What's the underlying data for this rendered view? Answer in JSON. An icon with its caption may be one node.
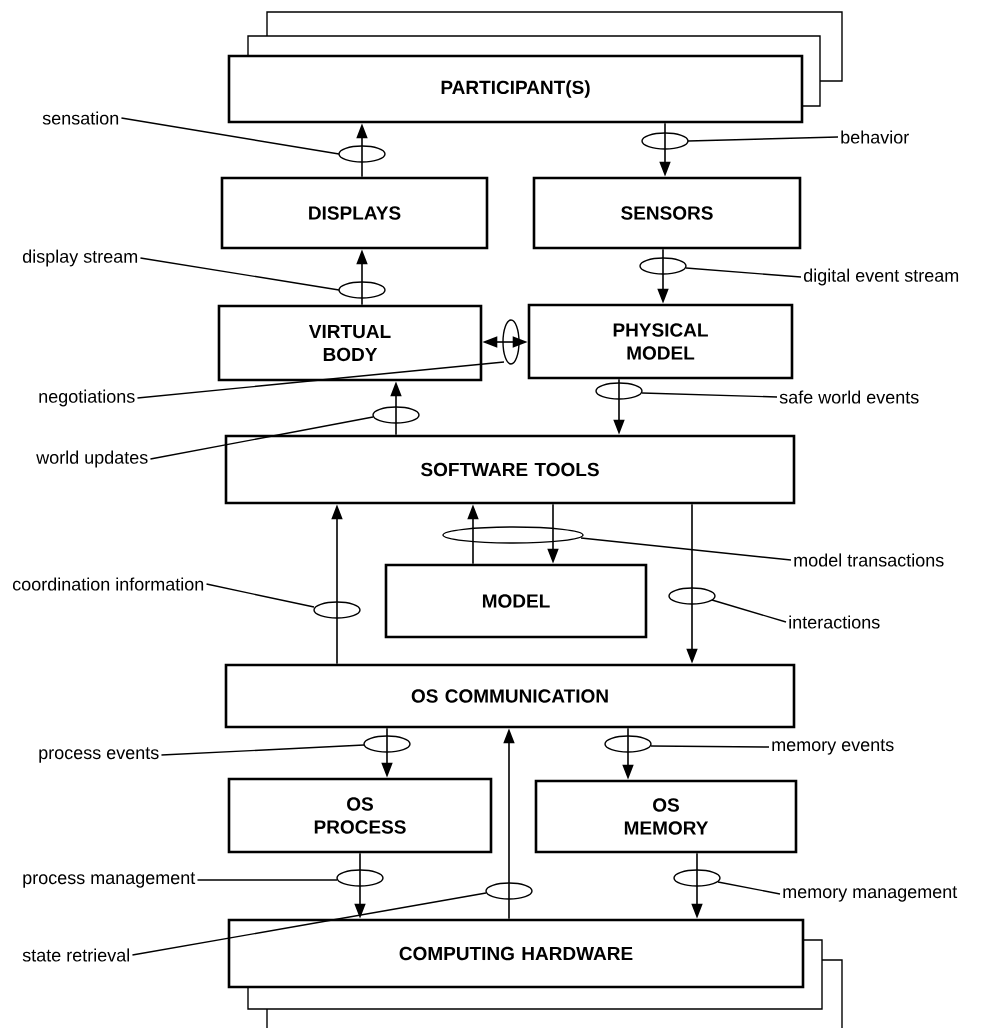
{
  "diagram": {
    "nodes": [
      {
        "text": [
          "PARTICIPANT(S)"
        ]
      },
      {
        "text": [
          "DISPLAYS"
        ]
      },
      {
        "text": [
          "SENSORS"
        ]
      },
      {
        "text": [
          "VIRTUAL BODY"
        ]
      },
      {
        "text": [
          "PHYSICAL MODEL"
        ]
      },
      {
        "text": [
          "SOFTWARE TOOLS"
        ]
      },
      {
        "text": [
          "MODEL"
        ]
      },
      {
        "text": [
          "OS COMMUNICATION"
        ]
      },
      {
        "text": [
          "OS PROCESS"
        ]
      },
      {
        "text": [
          "OS MEMORY"
        ]
      },
      {
        "text": [
          "COMPUTING HARDWARE"
        ]
      },
      {
        "text": [
          "sensation"
        ]
      },
      {
        "text": [
          "behavior"
        ]
      },
      {
        "text": [
          "display stream"
        ]
      },
      {
        "text": [
          "digital event stream"
        ]
      },
      {
        "text": [
          "negotiations"
        ]
      },
      {
        "text": [
          "safe world events"
        ]
      },
      {
        "text": [
          "world updates"
        ]
      },
      {
        "text": [
          "model transactions"
        ]
      },
      {
        "text": [
          "coordination information"
        ]
      },
      {
        "text": [
          "interactions"
        ]
      },
      {
        "text": [
          "process events"
        ]
      },
      {
        "text": [
          "memory events"
        ]
      },
      {
        "text": [
          "process management"
        ]
      },
      {
        "text": [
          "memory management"
        ]
      },
      {
        "text": [
          "state retrieval"
        ]
      }
    ],
    "edges": [
      {
        "from": 1,
        "to": 0,
        "arrow": "to"
      },
      {
        "from": 0,
        "to": 2,
        "arrow": "to"
      },
      {
        "from": 3,
        "to": 1,
        "arrow": "to"
      },
      {
        "from": 2,
        "to": 4,
        "arrow": "to"
      },
      {
        "from": 3,
        "to": 4,
        "arrow": "both"
      },
      {
        "from": 5,
        "to": 3,
        "arrow": "to"
      },
      {
        "from": 4,
        "to": 5,
        "arrow": "to"
      },
      {
        "from": 7,
        "to": 5,
        "arrow": "to"
      },
      {
        "from": 6,
        "to": 5,
        "arrow": "to"
      },
      {
        "from": 5,
        "to": 6,
        "arrow": "to"
      },
      {
        "from": 5,
        "to": 7,
        "arrow": "to"
      },
      {
        "from": 7,
        "to": 8,
        "arrow": "to"
      },
      {
        "from": 7,
        "to": 9,
        "arrow": "to"
      },
      {
        "from": 8,
        "to": 10,
        "arrow": "to"
      },
      {
        "from": 10,
        "to": 7,
        "arrow": "to"
      },
      {
        "from": 9,
        "to": 10,
        "arrow": "to"
      },
      {
        "from": 11,
        "to": null,
        "arrow": "none"
      },
      {
        "from": 12,
        "to": null,
        "arrow": "none"
      },
      {
        "from": 13,
        "to": null,
        "arrow": "none"
      },
      {
        "from": 14,
        "to": null,
        "arrow": "none"
      },
      {
        "from": 15,
        "to": null,
        "arrow": "none"
      },
      {
        "from": 16,
        "to": null,
        "arrow": "none"
      },
      {
        "from": 17,
        "to": null,
        "arrow": "none"
      },
      {
        "from": 18,
        "to": null,
        "arrow": "none"
      },
      {
        "from": 19,
        "to": null,
        "arrow": "none"
      },
      {
        "from": 20,
        "to": null,
        "arrow": "none"
      },
      {
        "from": 21,
        "to": null,
        "arrow": "none"
      },
      {
        "from": 22,
        "to": null,
        "arrow": "none"
      },
      {
        "from": 23,
        "to": null,
        "arrow": "none"
      },
      {
        "from": 24,
        "to": null,
        "arrow": "none"
      },
      {
        "from": 25,
        "to": null,
        "arrow": "none"
      }
    ]
  }
}
